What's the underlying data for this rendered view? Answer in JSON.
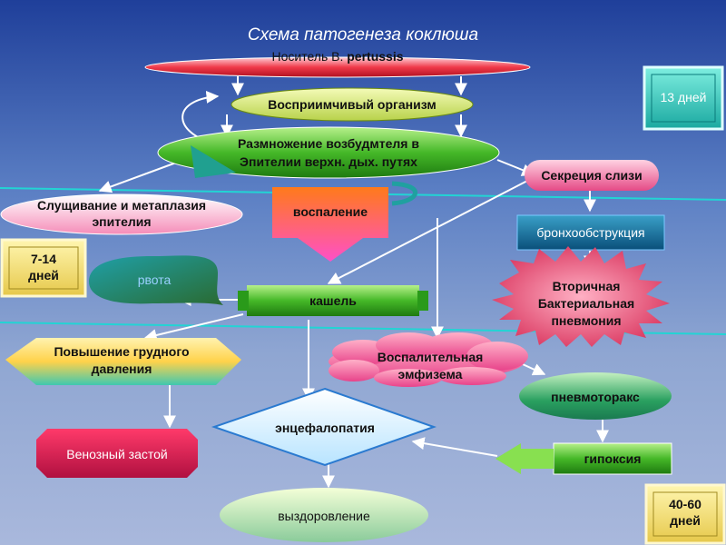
{
  "title": "Схема патогенеза коклюша",
  "carrier": {
    "prefix": "Носитель B. ",
    "bold": "pertussis"
  },
  "nodes": {
    "susceptible": "Восприимчивый организм",
    "reproduction_1": "Размножение возбудмтеля в",
    "reproduction_2": "Эпителии верхн. дых. путях",
    "desquamation_1": "Слущивание и метаплазия",
    "desquamation_2": "эпителия",
    "inflammation": "воспаление",
    "mucus": "Секреция слизи",
    "bronchoobstruction": "бронхообструкция",
    "secondary_1": "Вторичная",
    "secondary_2": "Бактериальная",
    "secondary_3": "пневмония",
    "vomit": "рвота",
    "cough": "кашель",
    "chest_pressure_1": "Повышение грудного",
    "chest_pressure_2": "давления",
    "emphysema_1": "Воспалительная",
    "emphysema_2": "эмфизема",
    "pneumothorax": "пневмоторакс",
    "venous": "Венозный застой",
    "encephalopathy": "энцефалопатия",
    "hypoxia": "гипоксия",
    "recovery": "выздоровление"
  },
  "periods": {
    "p1": "13 дней",
    "p2_1": "7-14",
    "p2_2": "дней",
    "p3_1": "40-60",
    "p3_2": "дней"
  },
  "colors": {
    "carrier": "#e8243c",
    "green": "#4fbf2a",
    "lime": "#d9ec7a",
    "pink": "#f46fa8",
    "orange": "#ff8a2a",
    "teal": "#1a8aa0",
    "yellow": "#f2e27a",
    "divider": "#1ad0d0"
  }
}
